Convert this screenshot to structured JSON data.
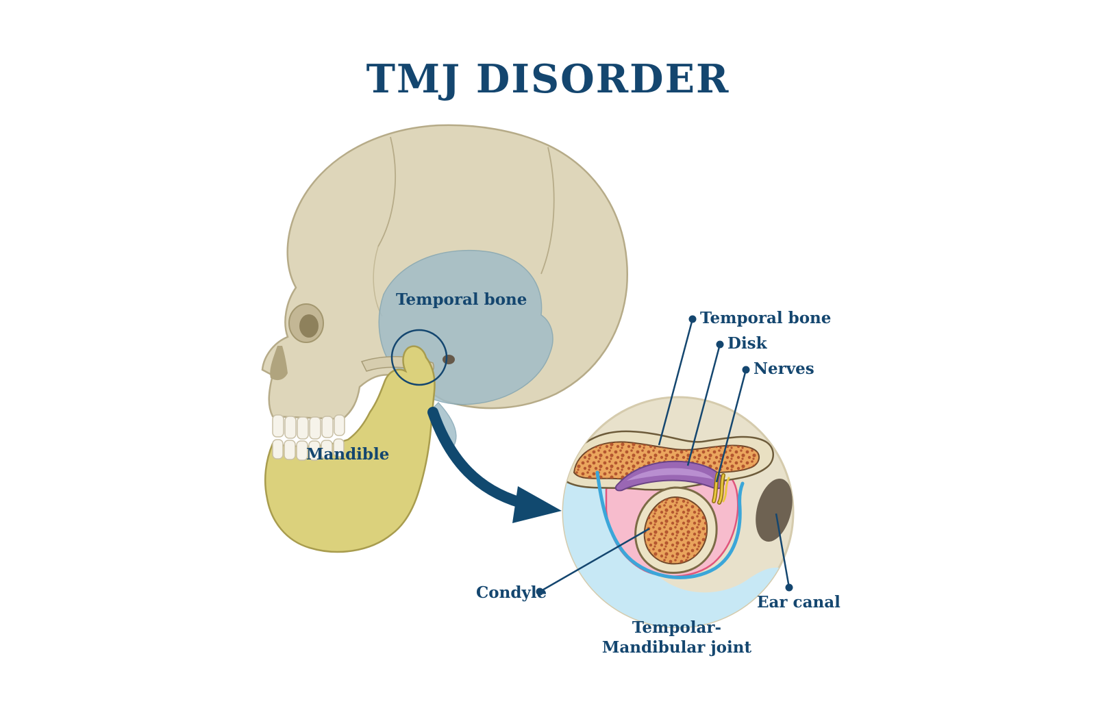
{
  "title": "TMJ DISORDER",
  "colors": {
    "accent_navy": "#14466F",
    "skull_bone": "#DED6BA",
    "temporal_overlay": "#9FBCC8",
    "mandible_yellow": "#DBD17C",
    "marrow_orange": "#EBA65E",
    "disk_purple": "#9A67B4",
    "capsule_pink": "#F7BCCD",
    "synovial_blue": "#3BA6D9",
    "joint_fluid_blue": "#C7E8F5",
    "nerve_yellow": "#E9C83F",
    "ear_canal_brown": "#6E6252"
  },
  "skull_view": {
    "temporal_bone_label": "Temporal bone",
    "mandible_label": "Mandible"
  },
  "joint_view": {
    "temporal_bone_label": "Temporal bone",
    "disk_label": "Disk",
    "nerves_label": "Nerves",
    "condyle_label": "Condyle",
    "ear_canal_label": "Ear canal",
    "caption": "Tempolar-Mandibular joint"
  }
}
